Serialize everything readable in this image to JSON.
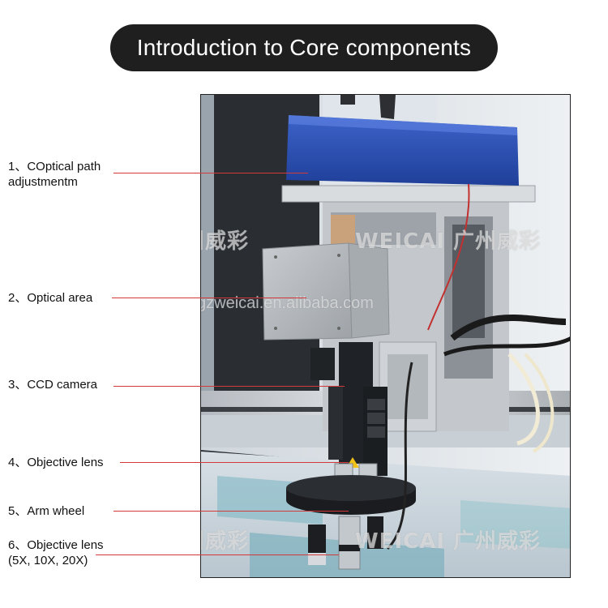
{
  "title": "Introduction to Core components",
  "components": [
    {
      "label_line1": "1、COptical path",
      "label_line2": "adjustmentm"
    },
    {
      "label_line1": "2、Optical area"
    },
    {
      "label_line1": "3、CCD camera"
    },
    {
      "label_line1": "4、Objective lens"
    },
    {
      "label_line1": "5、Arm wheel"
    },
    {
      "label_line1": "6、Objective lens",
      "label_line2": "(5X, 10X, 20X)"
    }
  ],
  "watermark": {
    "brand": "WEICAI 广州威彩",
    "url": "gzweicai.en.alibaba.com"
  },
  "colors": {
    "pill": "#1f1f1f",
    "leader": "#d23a3a",
    "frame": "#222222"
  }
}
